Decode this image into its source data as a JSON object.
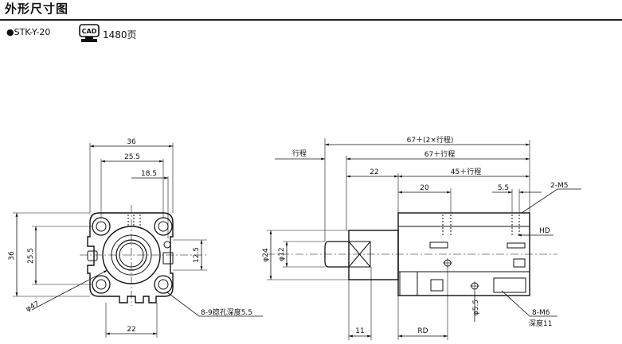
{
  "header": {
    "title": "外形尺寸图",
    "model": "●STK-Y-20",
    "cad_label": "CAD",
    "cad_page": "1480页"
  },
  "front_view": {
    "dims": {
      "width_36": "36",
      "width_25_5": "25.5",
      "offset_18_5": "18.5",
      "height_36": "36",
      "height_25_5": "25.5",
      "right_12_5": "12.5",
      "bottom_22": "22",
      "diameter_47": "φ47"
    },
    "note_holes": "8-9锪孔深度5.5"
  },
  "side_view": {
    "dims": {
      "stroke_left": "行程",
      "overall_top": "67＋(2×行程)",
      "overall_mid": "67＋行程",
      "dim_22": "22",
      "dim_45": "45＋行程",
      "dim_20": "20",
      "dim_5_5": "5.5",
      "thread_2m5": "2-M5",
      "hd": "HD",
      "dia_24": "φ24",
      "dia_12": "φ12",
      "dia_5_5": "φ5.5",
      "dim_11": "11",
      "rd": "RD"
    },
    "note_thread": "8-M6",
    "note_depth": "深度11"
  }
}
